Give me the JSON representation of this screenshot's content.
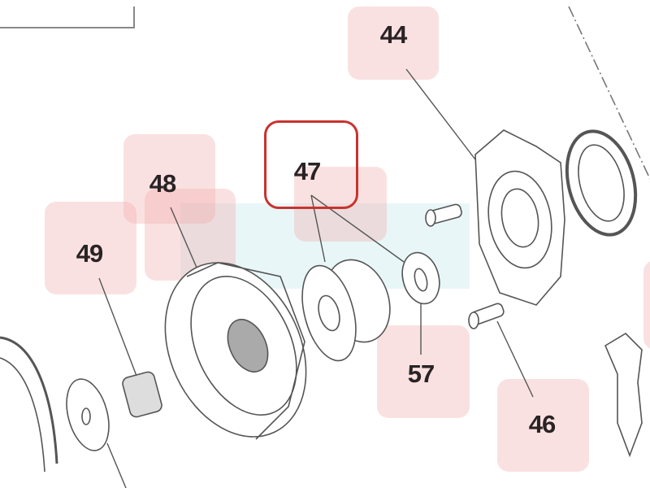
{
  "diagram": {
    "type": "exploded parts diagram",
    "highlight_color": "#f0aaaa",
    "selection_color": "#c8332f",
    "callouts": [
      {
        "label": "44",
        "part": "oil-pump-housing"
      },
      {
        "label": "47",
        "part": "sprocket",
        "selected": true
      },
      {
        "label": "48",
        "part": "clutch-drum"
      },
      {
        "label": "49",
        "part": "needle-bearing"
      },
      {
        "label": "57",
        "part": "washer"
      },
      {
        "label": "46",
        "part": "screw"
      }
    ]
  }
}
